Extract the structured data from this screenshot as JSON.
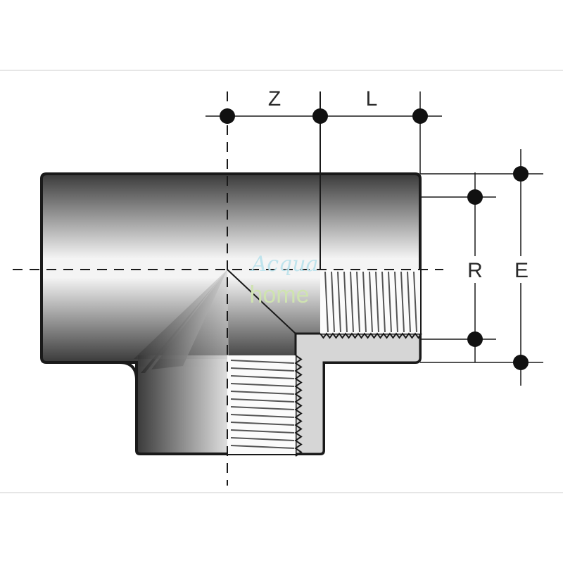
{
  "dimensions": {
    "z": "Z",
    "l": "L",
    "r": "R",
    "e": "E"
  },
  "watermark": {
    "line1": "Acqua",
    "line2": "home"
  },
  "colors": {
    "body_dark": "#4a4a4a",
    "body_light": "#f2f2f2",
    "section_fill": "#d6d6d6",
    "outline": "#1a1a1a"
  }
}
